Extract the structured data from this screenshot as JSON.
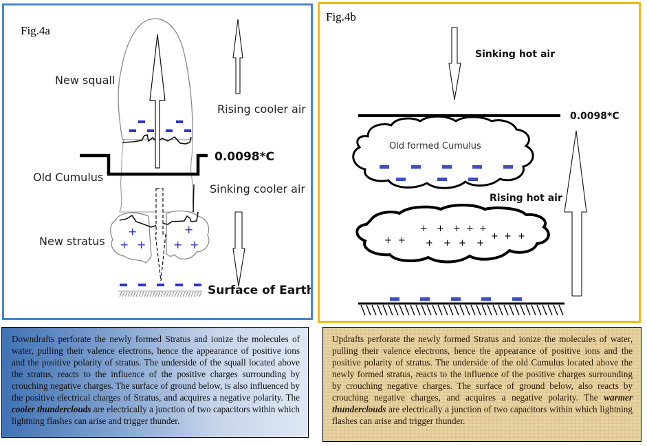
{
  "figure_a": {
    "label": "Fig.4a",
    "labels": {
      "new_squall": "New squall",
      "rising_air": "Rising cooler air",
      "temperature": "0.0098*C",
      "old_cumulus": "Old Cumulus",
      "sinking_air": "Sinking cooler air",
      "new_stratus": "New stratus",
      "surface": "Surface of Earth"
    },
    "charges": {
      "squall_underside": "−",
      "stratus": "+",
      "ground": "−"
    },
    "colors": {
      "border": "#4a86c8",
      "charge": "#2b35c8"
    },
    "caption": {
      "before": "Downdrafts perforate the newly formed Stratus and ionize the molecules of water, pulling their valence electrons, hence the appearance of positive ions and the positive polarity of stratus. The underside of the squall located above the stratus, reacts to the influence of the positive charges surrounding by crouching negative charges. The surface of ground below, is also influenced by the positive electrical charges of Stratus, and acquires a negative polarity. The ",
      "emphasis": "cooler thunderclouds",
      "after": " are electrically a junction of two capacitors within which lightning flashes can arise and trigger thunder."
    }
  },
  "figure_b": {
    "label": "Fig.4b",
    "labels": {
      "sinking_air": "Sinking hot air",
      "temperature": "0.0098*C",
      "old_cumulus": "Old formed Cumulus",
      "rising_air": "Rising hot air"
    },
    "charges": {
      "cumulus_underside": "−",
      "stratus": "+",
      "ground": "−"
    },
    "colors": {
      "border": "#f5b80f",
      "charge": "#3a4fc0"
    },
    "caption": {
      "before": "Updrafts perforate the newly formed Stratus and ionize the molecules of water, pulling their valence electrons, hence the appearance of positive ions and the positive polarity of stratus. The underside of the old Cumulus located above the newly formed stratus, reacts to the influence of the positive charges surrounding by crouching negative charges. The surface of ground below, also reacts by crouching negative charges, and acquires a negative polarity. The ",
      "emphasis": "warmer thunderclouds",
      "after": " are electrically a junction of two capacitors within which lightning flashes can arise and trigger thunder."
    }
  }
}
